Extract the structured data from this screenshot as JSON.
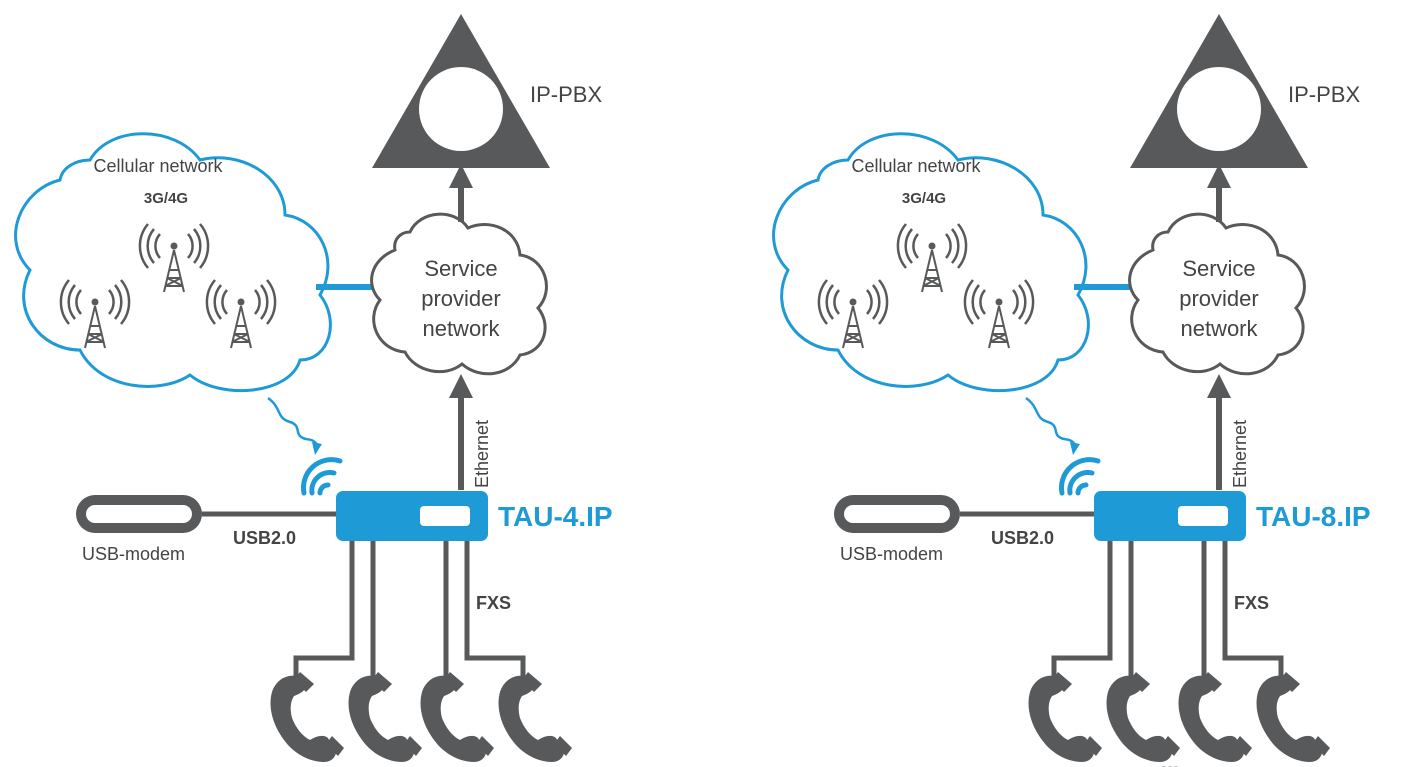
{
  "colors": {
    "blue": "#1E9AD6",
    "gray": "#58595B",
    "text": "#444444",
    "white": "#FFFFFF"
  },
  "panels": [
    {
      "device_label": "TAU-4.IP",
      "pbx_label": "IP-PBX",
      "cloud_label": "Cellular network",
      "tech_label": "3G/4G",
      "provider_lines": [
        "Service",
        "provider",
        "network"
      ],
      "ethernet_label": "Ethernet",
      "usb_label": "USB2.0",
      "modem_label": "USB-modem",
      "fxs_label": "FXS",
      "phone_count": 4,
      "has_ellipsis": false
    },
    {
      "device_label": "TAU-8.IP",
      "pbx_label": "IP-PBX",
      "cloud_label": "Cellular network",
      "tech_label": "3G/4G",
      "provider_lines": [
        "Service",
        "provider",
        "network"
      ],
      "ethernet_label": "Ethernet",
      "usb_label": "USB2.0",
      "modem_label": "USB-modem",
      "fxs_label": "FXS",
      "phone_count": 4,
      "has_ellipsis": true,
      "ellipsis": "..."
    }
  ]
}
